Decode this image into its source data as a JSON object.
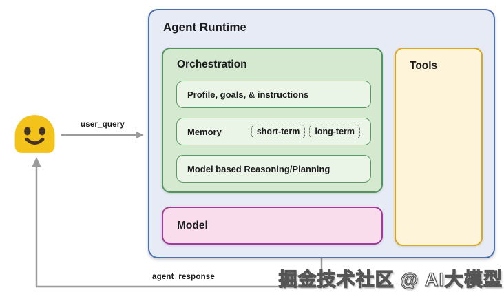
{
  "flow": {
    "user_query_label": "user_query",
    "agent_response_label": "agent_response"
  },
  "agent_runtime": {
    "title": "Agent Runtime",
    "orchestration": {
      "title": "Orchestration",
      "profile": "Profile, goals, & instructions",
      "memory": {
        "label": "Memory",
        "chips": [
          "short-term",
          "long-term"
        ]
      },
      "reasoning": "Model based Reasoning/Planning"
    },
    "model_title": "Model",
    "tools_title": "Tools"
  },
  "watermark": "掘金技术社区 @ AI大模型",
  "icons": {
    "user_emoji": "smiling-face-blob",
    "user_query_arrow": "right-arrow",
    "agent_response_arrow": "elbow-up-arrow"
  },
  "colors": {
    "canvas_bg": "#ffffff",
    "text": "#1c1c1e",
    "line": "#9b9b9b",
    "runtime_bg": "#e6ebf5",
    "runtime_border": "#4d6fae",
    "orch_bg": "#d5e8d0",
    "orch_border": "#54955c",
    "card_bg": "#eaf4e7",
    "card_border": "#5b9a62",
    "chip_border": "#424d43",
    "model_bg": "#fadded",
    "model_border": "#a23a99",
    "tools_bg": "#fdf4d9",
    "tools_border": "#dba51c",
    "emoji_body": "#f3c31c",
    "emoji_face": "#463527",
    "watermark_fill": "#ffffff",
    "watermark_stroke": "#555555"
  }
}
